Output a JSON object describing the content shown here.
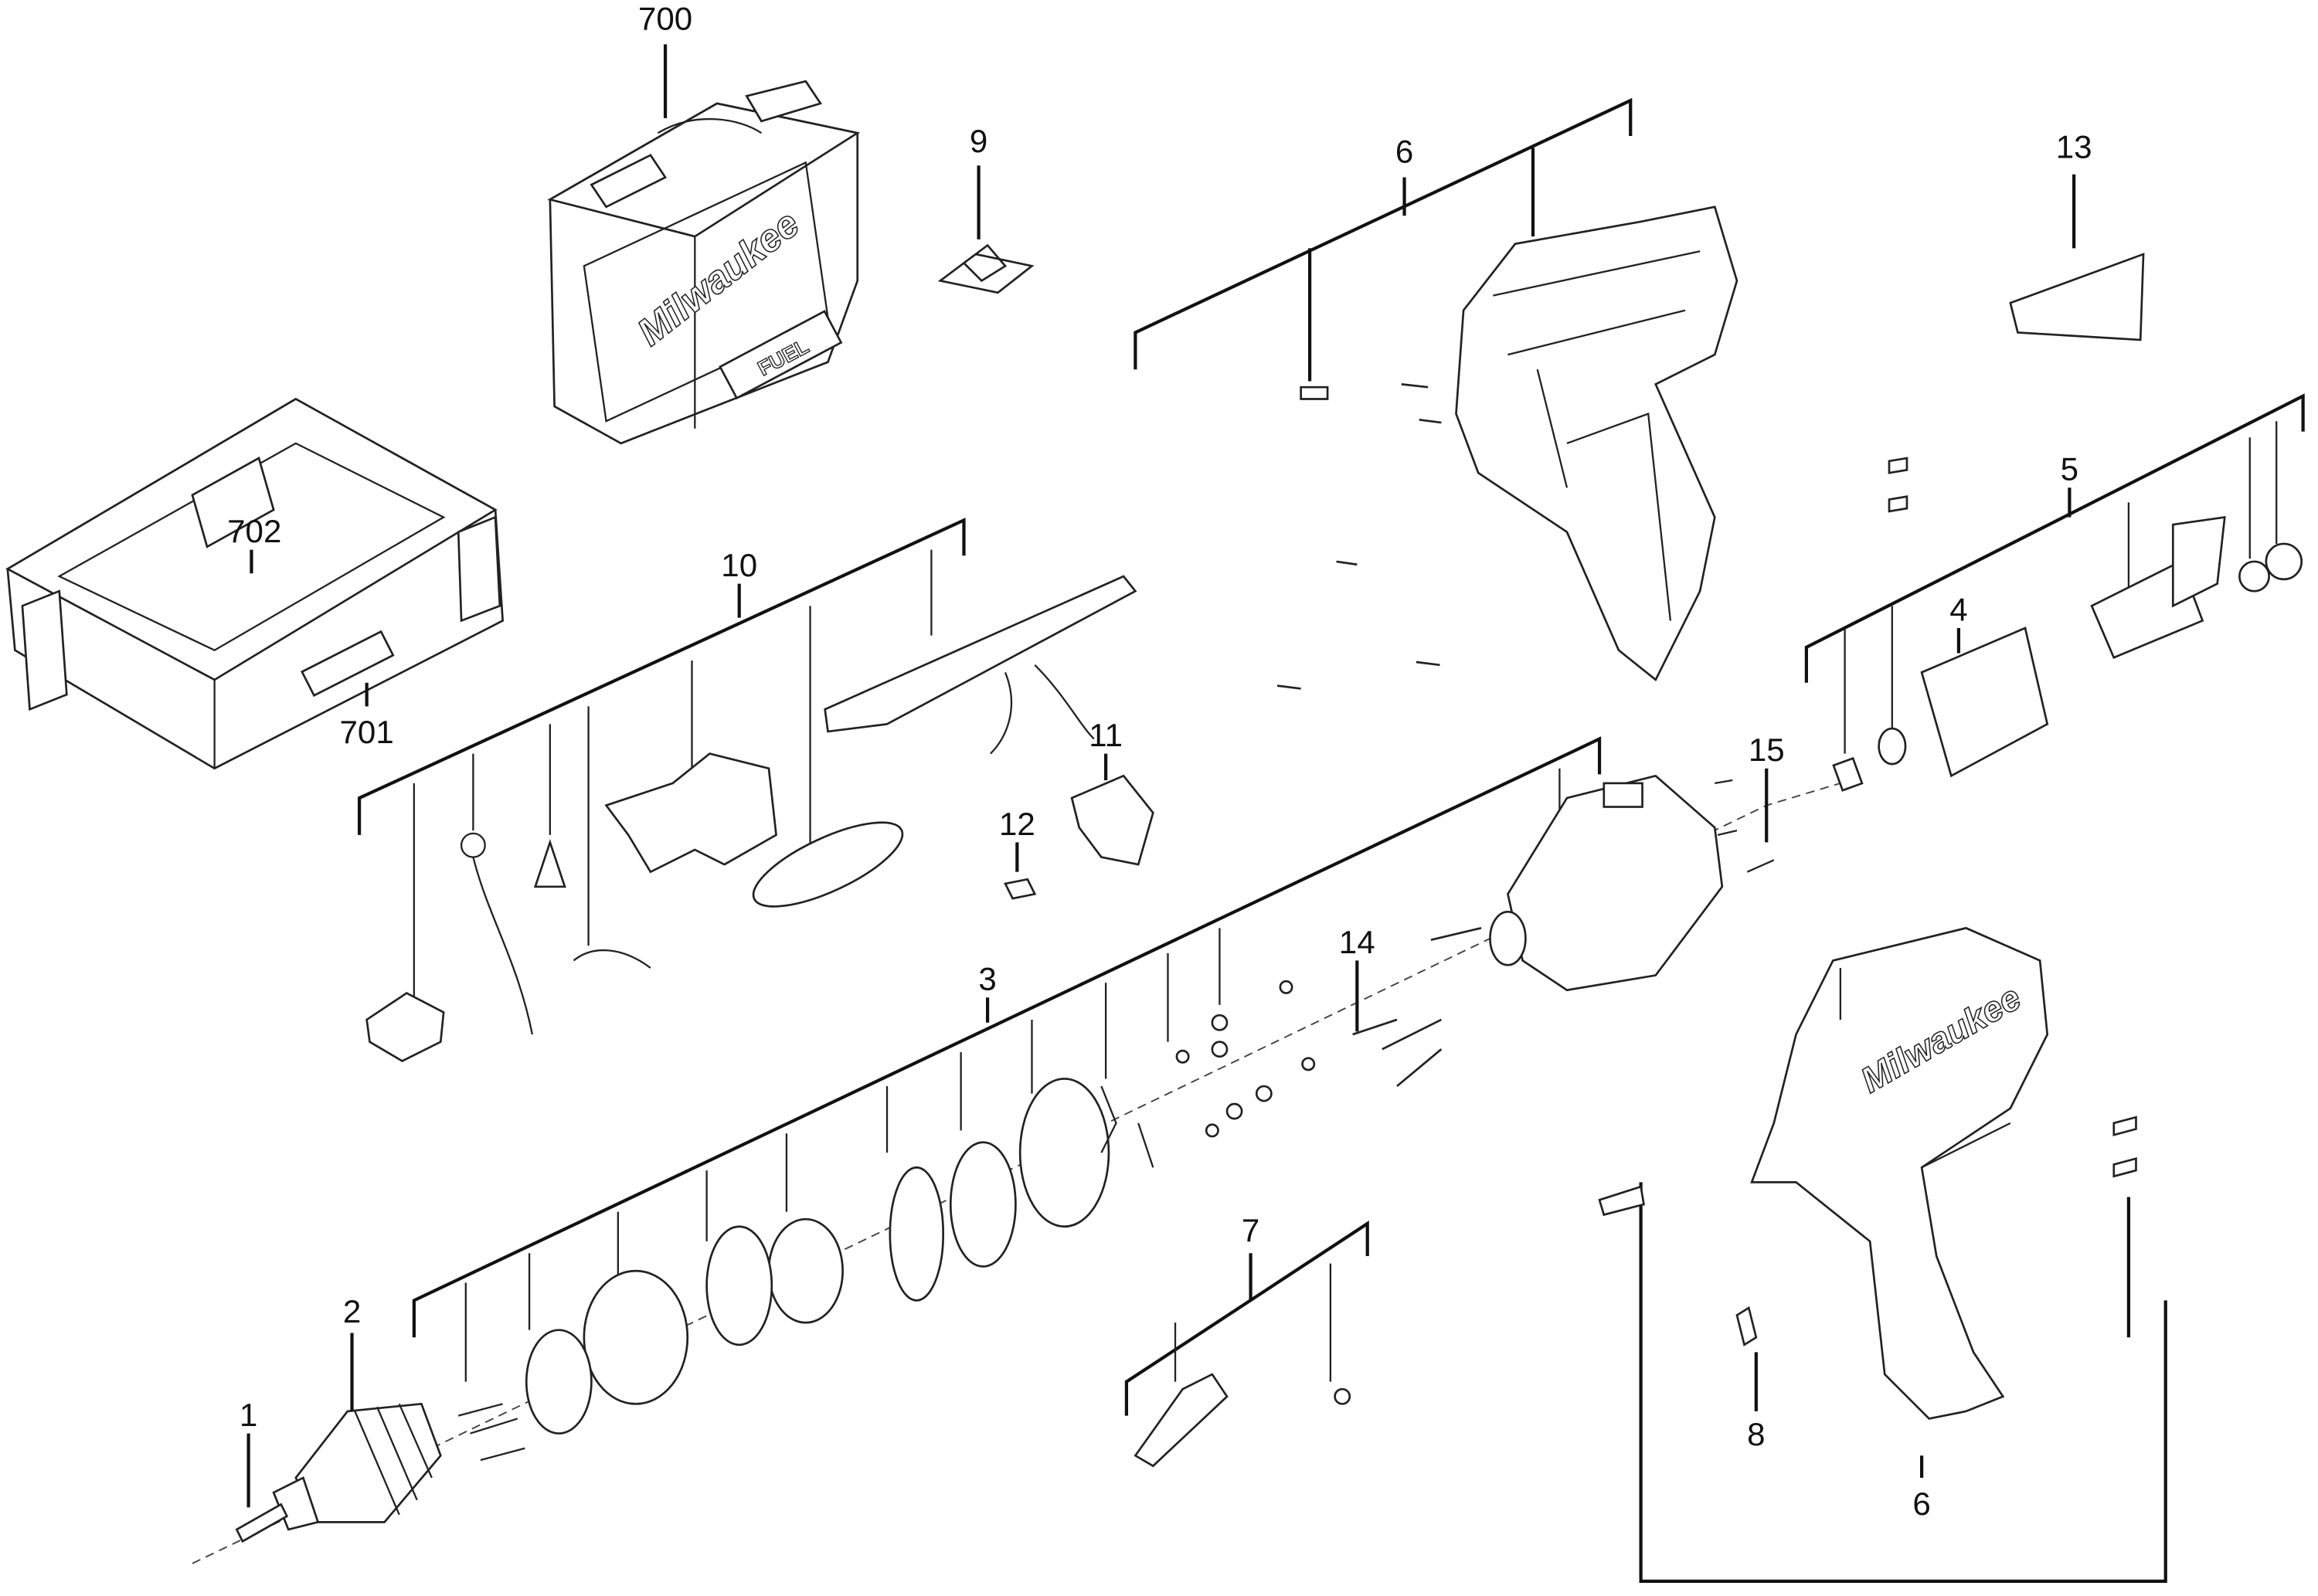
{
  "diagram": {
    "type": "exploded parts diagram",
    "brand_logo_text": "Milwaukee",
    "case_logo_sub": "FUEL"
  },
  "callouts": [
    {
      "label": "700"
    },
    {
      "label": "9"
    },
    {
      "label": "6"
    },
    {
      "label": "13"
    },
    {
      "label": "702"
    },
    {
      "label": "10"
    },
    {
      "label": "701"
    },
    {
      "label": "5"
    },
    {
      "label": "4"
    },
    {
      "label": "11"
    },
    {
      "label": "15"
    },
    {
      "label": "12"
    },
    {
      "label": "3"
    },
    {
      "label": "14"
    },
    {
      "label": "7"
    },
    {
      "label": "2"
    },
    {
      "label": "1"
    },
    {
      "label": "8"
    },
    {
      "label": "6"
    }
  ]
}
